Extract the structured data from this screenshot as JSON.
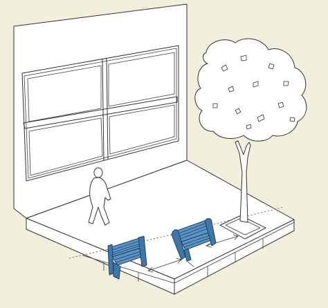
{
  "scene": {
    "background": "#f2f0dc",
    "line_color": "#2f2f2f",
    "bench_color": "#5b95c6",
    "elements": [
      "building-wall",
      "windows",
      "sidewalk",
      "tree",
      "tree-grate",
      "pedestrian",
      "bench-left",
      "bench-right",
      "spacing-arrows"
    ]
  }
}
